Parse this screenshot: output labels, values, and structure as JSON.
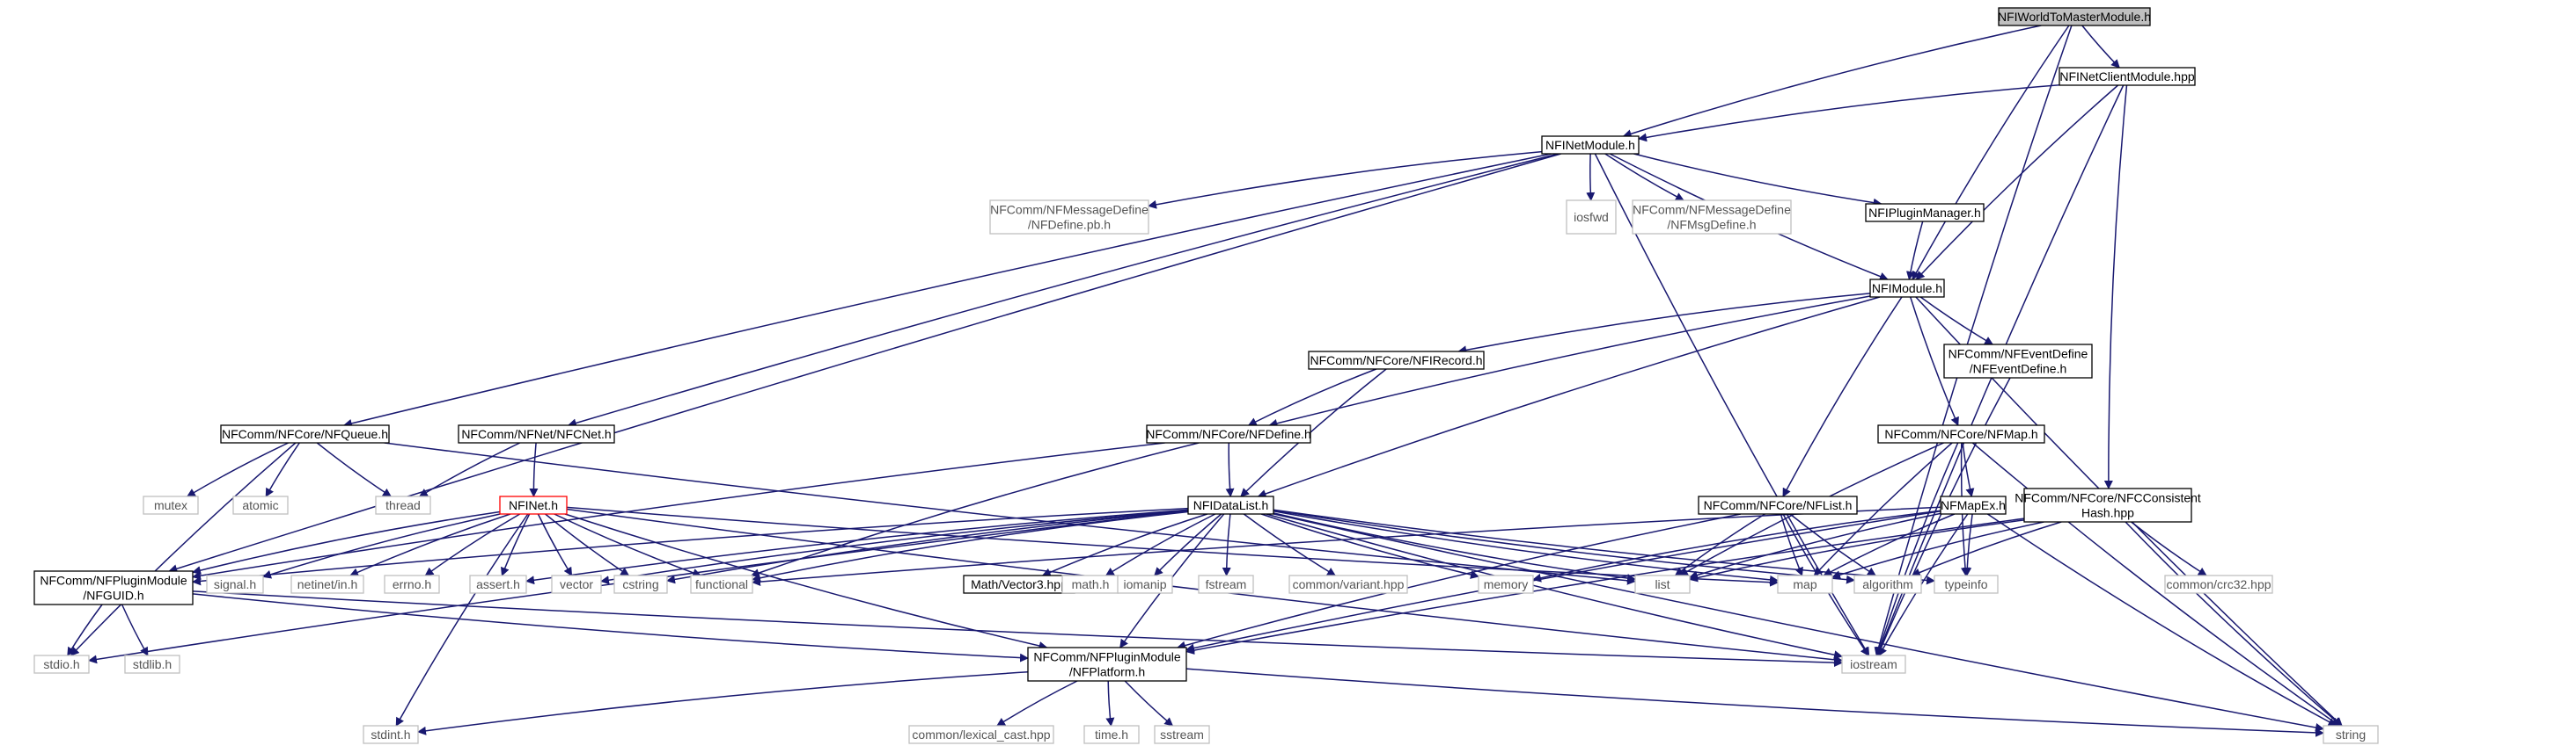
{
  "graph": {
    "title": "NFIWorldToMasterModule.h",
    "colors": {
      "edge": "#191970",
      "root_fill": "#bfbfbf",
      "root_border": "#000000",
      "local_border": "#000000",
      "system_border": "#bfbfbf",
      "error_border": "#ff0000",
      "fill": "#ffffff"
    },
    "nodes": [
      {
        "id": "root",
        "lines": [
          "NFIWorldToMasterModule.h"
        ],
        "kind": "root"
      },
      {
        "id": "netclient",
        "lines": [
          "NFINetClientModule.hpp"
        ],
        "kind": "local"
      },
      {
        "id": "netmodule",
        "lines": [
          "NFINetModule.h"
        ],
        "kind": "local"
      },
      {
        "id": "nfdefinepb",
        "lines": [
          "NFComm/NFMessageDefine",
          "/NFDefine.pb.h"
        ],
        "kind": "system"
      },
      {
        "id": "iosfwd",
        "lines": [
          "iosfwd"
        ],
        "kind": "system"
      },
      {
        "id": "nfmsgdefine",
        "lines": [
          "NFComm/NFMessageDefine",
          "/NFMsgDefine.h"
        ],
        "kind": "system"
      },
      {
        "id": "pluginmgr",
        "lines": [
          "NFIPluginManager.h"
        ],
        "kind": "local"
      },
      {
        "id": "imodule",
        "lines": [
          "NFIModule.h"
        ],
        "kind": "local"
      },
      {
        "id": "irecord",
        "lines": [
          "NFComm/NFCore/NFIRecord.h"
        ],
        "kind": "local"
      },
      {
        "id": "eventdefine",
        "lines": [
          "NFComm/NFEventDefine",
          "/NFEventDefine.h"
        ],
        "kind": "local"
      },
      {
        "id": "queue",
        "lines": [
          "NFComm/NFCore/NFQueue.h"
        ],
        "kind": "local"
      },
      {
        "id": "cnet",
        "lines": [
          "NFComm/NFNet/NFCNet.h"
        ],
        "kind": "local"
      },
      {
        "id": "nfdefine",
        "lines": [
          "NFComm/NFCore/NFDefine.h"
        ],
        "kind": "local"
      },
      {
        "id": "nfmap",
        "lines": [
          "NFComm/NFCore/NFMap.h"
        ],
        "kind": "local"
      },
      {
        "id": "mutex",
        "lines": [
          "mutex"
        ],
        "kind": "system"
      },
      {
        "id": "atomic",
        "lines": [
          "atomic"
        ],
        "kind": "system"
      },
      {
        "id": "thread",
        "lines": [
          "thread"
        ],
        "kind": "system"
      },
      {
        "id": "inet",
        "lines": [
          "NFINet.h"
        ],
        "kind": "error"
      },
      {
        "id": "datalist",
        "lines": [
          "NFIDataList.h"
        ],
        "kind": "local"
      },
      {
        "id": "nflist",
        "lines": [
          "NFComm/NFCore/NFList.h"
        ],
        "kind": "local"
      },
      {
        "id": "mapex",
        "lines": [
          "NFMapEx.h"
        ],
        "kind": "local"
      },
      {
        "id": "consistent",
        "lines": [
          "NFComm/NFCore/NFCConsistent",
          "Hash.hpp"
        ],
        "kind": "local"
      },
      {
        "id": "guid",
        "lines": [
          "NFComm/NFPluginModule",
          "/NFGUID.h"
        ],
        "kind": "local"
      },
      {
        "id": "signal",
        "lines": [
          "signal.h"
        ],
        "kind": "system"
      },
      {
        "id": "netinet",
        "lines": [
          "netinet/in.h"
        ],
        "kind": "system"
      },
      {
        "id": "errno",
        "lines": [
          "errno.h"
        ],
        "kind": "system"
      },
      {
        "id": "assert",
        "lines": [
          "assert.h"
        ],
        "kind": "system"
      },
      {
        "id": "vector",
        "lines": [
          "vector"
        ],
        "kind": "system"
      },
      {
        "id": "cstring",
        "lines": [
          "cstring"
        ],
        "kind": "system"
      },
      {
        "id": "functional",
        "lines": [
          "functional"
        ],
        "kind": "system"
      },
      {
        "id": "vector3",
        "lines": [
          "Math/Vector3.hpp"
        ],
        "kind": "local"
      },
      {
        "id": "math",
        "lines": [
          "math.h"
        ],
        "kind": "system"
      },
      {
        "id": "iomanip",
        "lines": [
          "iomanip"
        ],
        "kind": "system"
      },
      {
        "id": "fstream",
        "lines": [
          "fstream"
        ],
        "kind": "system"
      },
      {
        "id": "variant",
        "lines": [
          "common/variant.hpp"
        ],
        "kind": "system"
      },
      {
        "id": "memory",
        "lines": [
          "memory"
        ],
        "kind": "system"
      },
      {
        "id": "list",
        "lines": [
          "list"
        ],
        "kind": "system"
      },
      {
        "id": "map",
        "lines": [
          "map"
        ],
        "kind": "system"
      },
      {
        "id": "algorithm",
        "lines": [
          "algorithm"
        ],
        "kind": "system"
      },
      {
        "id": "typeinfo",
        "lines": [
          "typeinfo"
        ],
        "kind": "system"
      },
      {
        "id": "crc32",
        "lines": [
          "common/crc32.hpp"
        ],
        "kind": "system"
      },
      {
        "id": "stdio",
        "lines": [
          "stdio.h"
        ],
        "kind": "system"
      },
      {
        "id": "stdlib",
        "lines": [
          "stdlib.h"
        ],
        "kind": "system"
      },
      {
        "id": "platform",
        "lines": [
          "NFComm/NFPluginModule",
          "/NFPlatform.h"
        ],
        "kind": "local"
      },
      {
        "id": "iostream",
        "lines": [
          "iostream"
        ],
        "kind": "system"
      },
      {
        "id": "stdint",
        "lines": [
          "stdint.h"
        ],
        "kind": "system"
      },
      {
        "id": "lexical",
        "lines": [
          "common/lexical_cast.hpp"
        ],
        "kind": "system"
      },
      {
        "id": "time",
        "lines": [
          "time.h"
        ],
        "kind": "system"
      },
      {
        "id": "sstream",
        "lines": [
          "sstream"
        ],
        "kind": "system"
      },
      {
        "id": "string",
        "lines": [
          "string"
        ],
        "kind": "system"
      }
    ],
    "edges": [
      [
        "root",
        "netclient"
      ],
      [
        "root",
        "netmodule"
      ],
      [
        "root",
        "imodule"
      ],
      [
        "root",
        "iostream"
      ],
      [
        "netclient",
        "netmodule"
      ],
      [
        "netclient",
        "imodule"
      ],
      [
        "netclient",
        "consistent"
      ],
      [
        "netclient",
        "iostream"
      ],
      [
        "netmodule",
        "nfdefinepb"
      ],
      [
        "netmodule",
        "iosfwd"
      ],
      [
        "netmodule",
        "nfmsgdefine"
      ],
      [
        "netmodule",
        "pluginmgr"
      ],
      [
        "netmodule",
        "imodule"
      ],
      [
        "netmodule",
        "queue"
      ],
      [
        "netmodule",
        "cnet"
      ],
      [
        "netmodule",
        "guid"
      ],
      [
        "netmodule",
        "iostream"
      ],
      [
        "pluginmgr",
        "imodule"
      ],
      [
        "imodule",
        "irecord"
      ],
      [
        "imodule",
        "eventdefine"
      ],
      [
        "imodule",
        "nfdefine"
      ],
      [
        "imodule",
        "nfmap"
      ],
      [
        "imodule",
        "nflist"
      ],
      [
        "imodule",
        "datalist"
      ],
      [
        "imodule",
        "string"
      ],
      [
        "irecord",
        "nfdefine"
      ],
      [
        "irecord",
        "datalist"
      ],
      [
        "eventdefine",
        "iostream"
      ],
      [
        "queue",
        "mutex"
      ],
      [
        "queue",
        "atomic"
      ],
      [
        "queue",
        "thread"
      ],
      [
        "queue",
        "list"
      ],
      [
        "queue",
        "stdio"
      ],
      [
        "cnet",
        "thread"
      ],
      [
        "cnet",
        "inet"
      ],
      [
        "nfdefine",
        "datalist"
      ],
      [
        "nfdefine",
        "guid"
      ],
      [
        "nfdefine",
        "functional"
      ],
      [
        "nfmap",
        "mapex"
      ],
      [
        "nfmap",
        "list"
      ],
      [
        "nfmap",
        "map"
      ],
      [
        "nfmap",
        "typeinfo"
      ],
      [
        "nfmap",
        "iostream"
      ],
      [
        "nfmap",
        "string"
      ],
      [
        "inet",
        "guid"
      ],
      [
        "inet",
        "signal"
      ],
      [
        "inet",
        "netinet"
      ],
      [
        "inet",
        "errno"
      ],
      [
        "inet",
        "assert"
      ],
      [
        "inet",
        "vector"
      ],
      [
        "inet",
        "cstring"
      ],
      [
        "inet",
        "functional"
      ],
      [
        "inet",
        "map"
      ],
      [
        "inet",
        "iostream"
      ],
      [
        "inet",
        "stdint"
      ],
      [
        "inet",
        "platform"
      ],
      [
        "datalist",
        "guid"
      ],
      [
        "datalist",
        "vector3"
      ],
      [
        "datalist",
        "math"
      ],
      [
        "datalist",
        "iomanip"
      ],
      [
        "datalist",
        "fstream"
      ],
      [
        "datalist",
        "variant"
      ],
      [
        "datalist",
        "memory"
      ],
      [
        "datalist",
        "list"
      ],
      [
        "datalist",
        "map"
      ],
      [
        "datalist",
        "algorithm"
      ],
      [
        "datalist",
        "typeinfo"
      ],
      [
        "datalist",
        "assert"
      ],
      [
        "datalist",
        "vector"
      ],
      [
        "datalist",
        "cstring"
      ],
      [
        "datalist",
        "functional"
      ],
      [
        "datalist",
        "stdio"
      ],
      [
        "datalist",
        "platform"
      ],
      [
        "datalist",
        "iostream"
      ],
      [
        "datalist",
        "string"
      ],
      [
        "nflist",
        "list"
      ],
      [
        "nflist",
        "map"
      ],
      [
        "nflist",
        "algorithm"
      ],
      [
        "nflist",
        "iostream"
      ],
      [
        "nflist",
        "platform"
      ],
      [
        "mapex",
        "map"
      ],
      [
        "mapex",
        "list"
      ],
      [
        "mapex",
        "typeinfo"
      ],
      [
        "mapex",
        "memory"
      ],
      [
        "mapex",
        "functional"
      ],
      [
        "mapex",
        "iostream"
      ],
      [
        "mapex",
        "platform"
      ],
      [
        "mapex",
        "string"
      ],
      [
        "consistent",
        "map"
      ],
      [
        "consistent",
        "list"
      ],
      [
        "consistent",
        "algorithm"
      ],
      [
        "consistent",
        "crc32"
      ],
      [
        "consistent",
        "platform"
      ],
      [
        "consistent",
        "string"
      ],
      [
        "guid",
        "stdio"
      ],
      [
        "guid",
        "stdlib"
      ],
      [
        "guid",
        "platform"
      ],
      [
        "guid",
        "iostream"
      ],
      [
        "platform",
        "stdint"
      ],
      [
        "platform",
        "lexical"
      ],
      [
        "platform",
        "time"
      ],
      [
        "platform",
        "sstream"
      ],
      [
        "platform",
        "string"
      ]
    ]
  }
}
